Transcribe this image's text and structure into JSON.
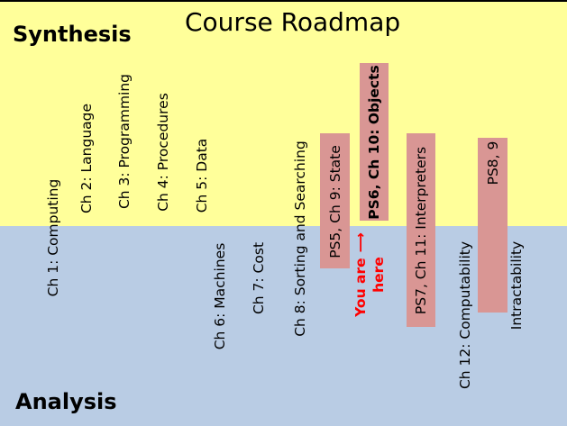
{
  "title": "Course Roadmap",
  "labels": {
    "synthesis": "Synthesis",
    "analysis": "Analysis"
  },
  "colors": {
    "synthesis_band": "#ffff9a",
    "analysis_band": "#b9cce4",
    "box": "#d99694",
    "here": "#ff0000"
  },
  "chapters": {
    "ch1": "Ch 1: Computing",
    "ch2": "Ch 2: Language",
    "ch3": "Ch 3: Programming",
    "ch4": "Ch 4: Procedures",
    "ch5": "Ch 5: Data",
    "ch6": "Ch 6: Machines",
    "ch7": "Ch 7: Cost",
    "ch8": "Ch 8: Sorting and Searching",
    "ch9": "PS5, Ch 9: State",
    "ch10": "PS6, Ch 10: Objects",
    "ch11": "PS7, Ch 11: Interpreters",
    "ch12": "Ch 12: Computability",
    "ps8": "PS8, 9",
    "intractability": "Intractability"
  },
  "here": {
    "line1": "You are",
    "arrow": "⟶",
    "line2": "here"
  }
}
